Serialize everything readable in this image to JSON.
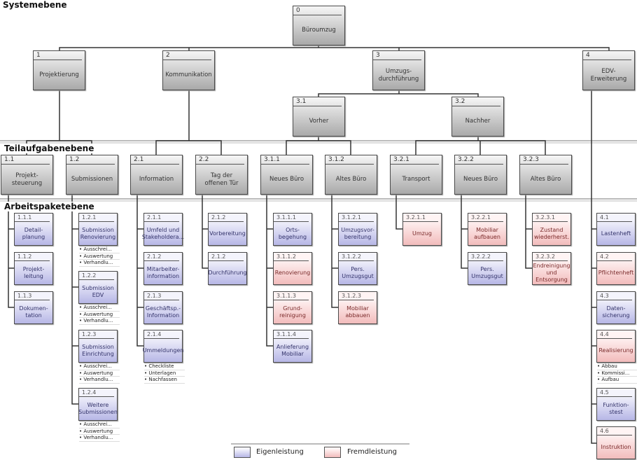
{
  "levels": {
    "system": "Systemebene",
    "teil": "Teilaufgabenebene",
    "arbeit": "Arbeitspaketebene"
  },
  "nodes": {
    "n0": {
      "id": "0",
      "label": "Büroumzug"
    },
    "n1": {
      "id": "1",
      "label": "Projektierung"
    },
    "n2": {
      "id": "2",
      "label": "Kommunikation"
    },
    "n3": {
      "id": "3",
      "label": "Umzugs-\ndurchführung"
    },
    "n4": {
      "id": "4",
      "label": "EDV-\nErweiterung"
    },
    "n3_1": {
      "id": "3.1",
      "label": "Vorher"
    },
    "n3_2": {
      "id": "3.2",
      "label": "Nachher"
    },
    "n1_1": {
      "id": "1.1",
      "label": "Projekt-\nsteuerung"
    },
    "n1_2": {
      "id": "1.2",
      "label": "Submissionen"
    },
    "n2_1": {
      "id": "2.1",
      "label": "Information"
    },
    "n2_2": {
      "id": "2.2",
      "label": "Tag der\noffenen Tür"
    },
    "n3_1_1": {
      "id": "3.1.1",
      "label": "Neues Büro"
    },
    "n3_1_2": {
      "id": "3.1.2",
      "label": "Altes Büro"
    },
    "n3_2_1": {
      "id": "3.2.1",
      "label": "Transport"
    },
    "n3_2_2": {
      "id": "3.2.2",
      "label": "Neues Büro"
    },
    "n3_2_3": {
      "id": "3.2.3",
      "label": "Altes Büro"
    },
    "n1_1_1": {
      "id": "1.1.1",
      "label": "Detail-\nplanung"
    },
    "n1_1_2": {
      "id": "1.1.2",
      "label": "Projekt-\nleitung"
    },
    "n1_1_3": {
      "id": "1.1.3",
      "label": "Dokumen-\ntation"
    },
    "n1_2_1": {
      "id": "1.2.1",
      "label": "Submission\nRenovierung",
      "bullets": [
        "Ausschrei...",
        "Auswertung",
        "Verhandlu..."
      ]
    },
    "n1_2_2": {
      "id": "1.2.2",
      "label": "Submission\nEDV",
      "bullets": [
        "Ausschrei...",
        "Auswertung",
        "Verhandlu..."
      ]
    },
    "n1_2_3": {
      "id": "1.2.3",
      "label": "Submission\nEinrichtung",
      "bullets": [
        "Ausschrei...",
        "Auswertung",
        "Verhandlu..."
      ]
    },
    "n1_2_4": {
      "id": "1.2.4",
      "label": "Weitere\nSubmissionen",
      "bullets": [
        "Ausschrei...",
        "Auswertung",
        "Verhandlu..."
      ]
    },
    "n2_1_1": {
      "id": "2.1.1",
      "label": "Umfeld und\nStakeholdera..."
    },
    "n2_1_2": {
      "id": "2.1.2",
      "label": "Mitarbeiter-\ninformation"
    },
    "n2_1_3": {
      "id": "2.1.3",
      "label": "Geschäftsp.-\nInformation"
    },
    "n2_1_4": {
      "id": "2.1.4",
      "label": "Ummeldungen",
      "bullets": [
        "Checkliste",
        "Unterlagen",
        "Nachfassen"
      ]
    },
    "n2_2_1": {
      "id": "2.1.2",
      "label": "Vorbereitung"
    },
    "n2_2_2": {
      "id": "2.1.2",
      "label": "Durchführung"
    },
    "n3_1_1_1": {
      "id": "3.1.1.1",
      "label": "Orts-\nbegehung"
    },
    "n3_1_1_2": {
      "id": "3.1.1.2",
      "label": "Renovierung"
    },
    "n3_1_1_3": {
      "id": "3.1.1.3",
      "label": "Grund-\nreinigung"
    },
    "n3_1_1_4": {
      "id": "3.1.1.4",
      "label": "Anlieferung\nMobiliar"
    },
    "n3_1_2_1": {
      "id": "3.1.2.1",
      "label": "Umzugsvor-\nbereitung"
    },
    "n3_1_2_2": {
      "id": "3.1.2.2",
      "label": "Pers.\nUmzugsgut"
    },
    "n3_1_2_3": {
      "id": "3.1.2.3",
      "label": "Mobiliar\nabbauen"
    },
    "n3_2_1_1": {
      "id": "3.2.1.1",
      "label": "Umzug"
    },
    "n3_2_2_1": {
      "id": "3.2.2.1",
      "label": "Mobiliar\naufbauen"
    },
    "n3_2_2_2": {
      "id": "3.2.2.2",
      "label": "Pers.\nUmzugsgut"
    },
    "n3_2_3_1": {
      "id": "3.2.3.1",
      "label": "Zustand\nwiederherst."
    },
    "n3_2_3_2": {
      "id": "3.2.3.2",
      "label": "Endreinigung\nund Entsorgung"
    },
    "n4_1": {
      "id": "4.1",
      "label": "Lastenheft"
    },
    "n4_2": {
      "id": "4.2",
      "label": "Pflichtenheft"
    },
    "n4_3": {
      "id": "4.3",
      "label": "Daten-\nsicherung"
    },
    "n4_4": {
      "id": "4.4",
      "label": "Realisierung",
      "bullets": [
        "Abbau",
        "Kommissi...",
        "Aufbau"
      ]
    },
    "n4_5": {
      "id": "4.5",
      "label": "Funktion-\nstest"
    },
    "n4_6": {
      "id": "4.6",
      "label": "Instruktion"
    }
  },
  "legend": {
    "own": "Eigenleistung",
    "external": "Fremdleistung"
  },
  "colors": {
    "own": "#b7b7e6",
    "external": "#f2bcbc",
    "summary": "#a9a9a9"
  }
}
